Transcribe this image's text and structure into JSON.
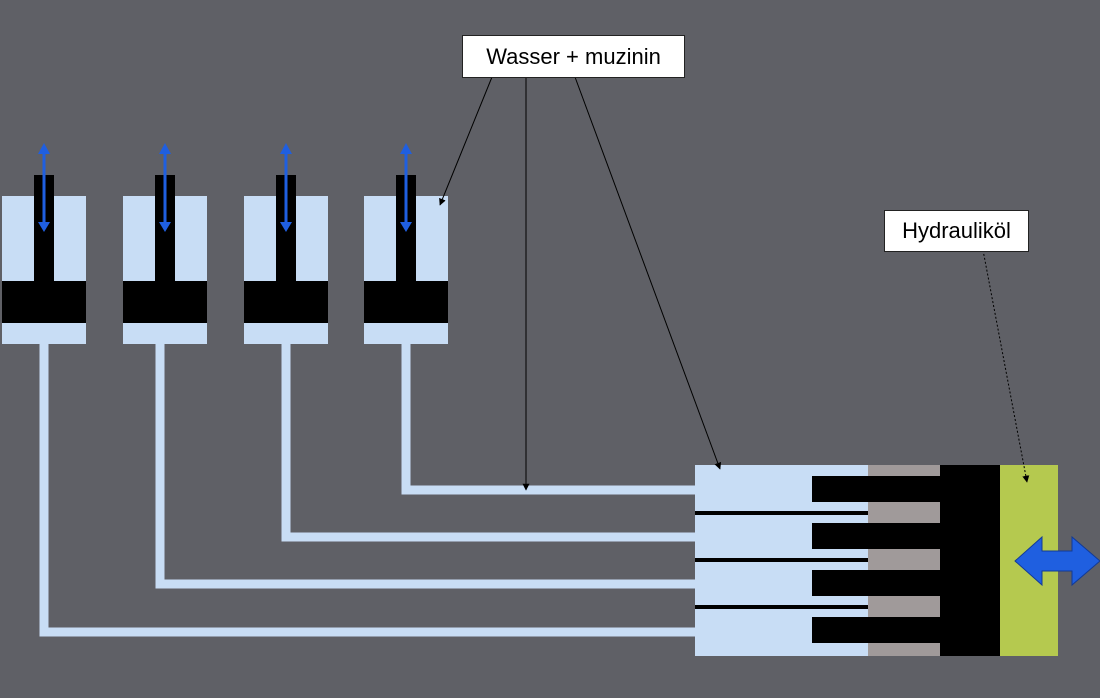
{
  "labels": {
    "water": "Wasser + muzinin",
    "oil": "Hydrauliköl"
  },
  "colors": {
    "background": "#5f6066",
    "water": "#c8ddf5",
    "piston": "#000000",
    "seal": "#a09a9a",
    "oil": "#b5c94f",
    "arrow": "#1f5fe0",
    "leader": "#000000"
  },
  "icons": {
    "small_cylinder_arrow": "double-headed-vertical-arrow",
    "main_cylinder_arrow": "double-headed-horizontal-arrow"
  },
  "diagram": {
    "small_cylinders": 4,
    "main_cylinder_chambers": 4
  }
}
